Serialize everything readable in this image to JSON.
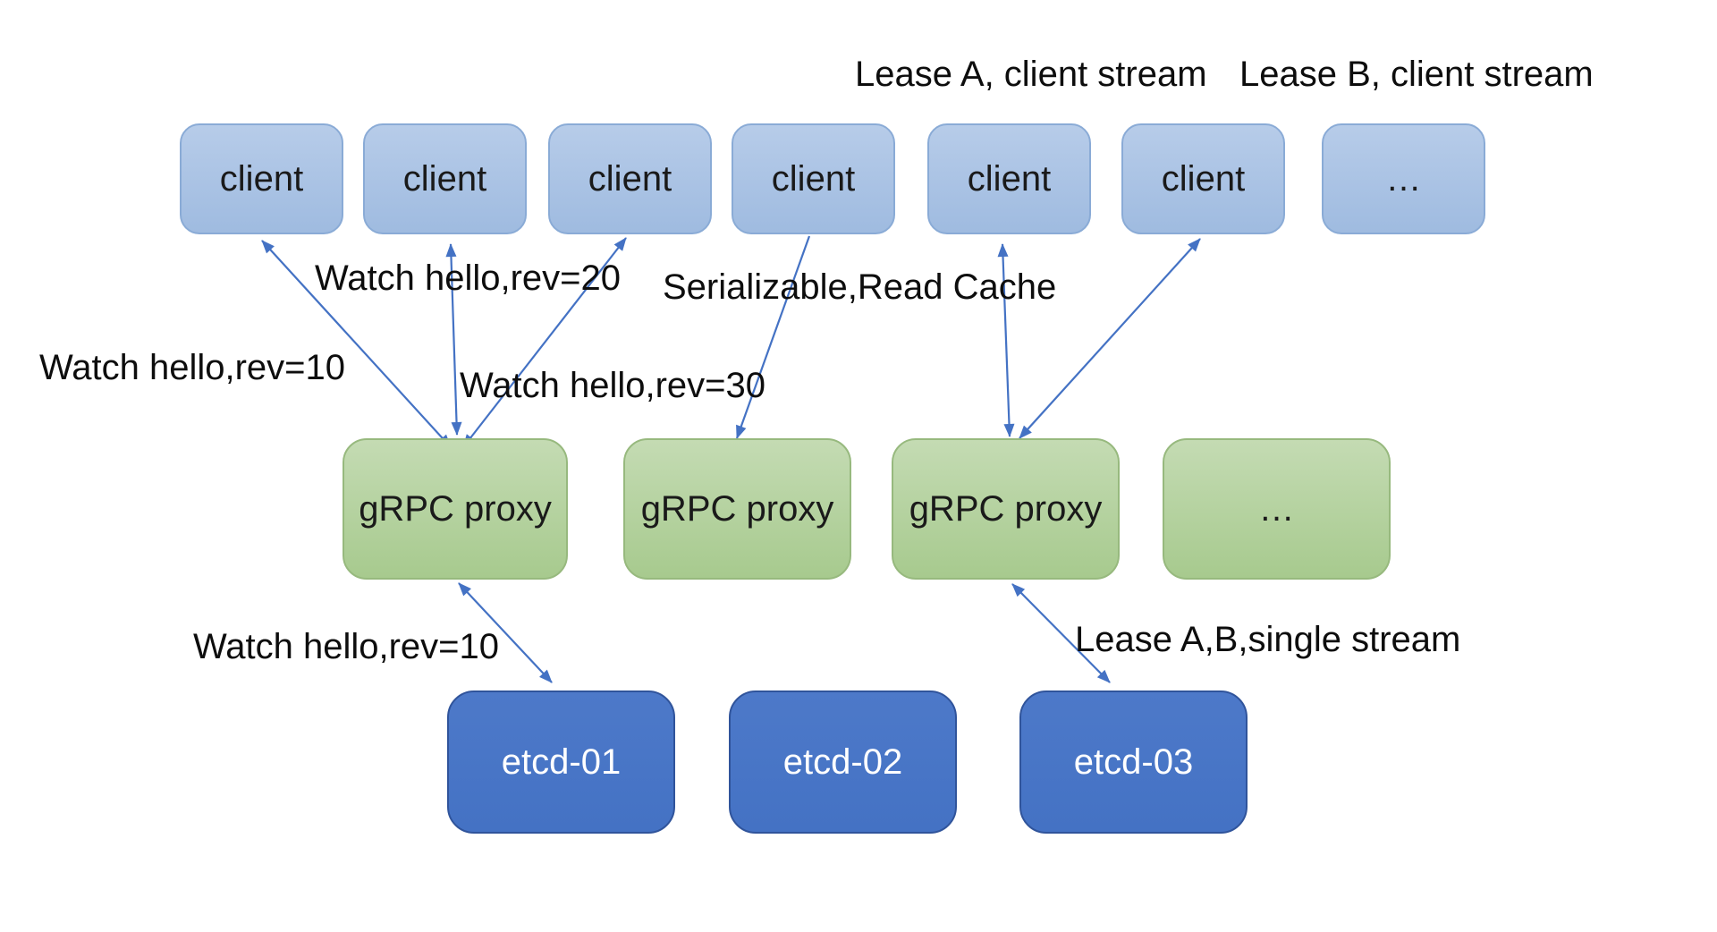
{
  "labels": {
    "lease_a_stream": "Lease A, client stream",
    "lease_b_stream": "Lease B, client stream",
    "watch_rev20": "Watch hello,rev=20",
    "serializable_read_cache": "Serializable,Read Cache",
    "watch_rev10_upper": "Watch hello,rev=10",
    "watch_rev30": "Watch hello,rev=30",
    "watch_rev10_lower": "Watch hello,rev=10",
    "lease_ab_single_stream": "Lease A,B,single stream"
  },
  "nodes": {
    "clients": [
      "client",
      "client",
      "client",
      "client",
      "client",
      "client",
      "…"
    ],
    "proxies": [
      "gRPC proxy",
      "gRPC proxy",
      "gRPC proxy",
      "…"
    ],
    "etcd": [
      "etcd-01",
      "etcd-02",
      "etcd-03"
    ]
  },
  "edges": [
    {
      "from": "gRPC proxy 1",
      "to": "client 1",
      "bidirectional": true,
      "label": "Watch hello,rev=10"
    },
    {
      "from": "gRPC proxy 1",
      "to": "client 2",
      "bidirectional": true,
      "label": "Watch hello,rev=20"
    },
    {
      "from": "gRPC proxy 1",
      "to": "client 3",
      "bidirectional": true,
      "label": "Watch hello,rev=30"
    },
    {
      "from": "client 4",
      "to": "gRPC proxy 2",
      "bidirectional": false,
      "label": "Serializable,Read Cache"
    },
    {
      "from": "gRPC proxy 3",
      "to": "client 5",
      "bidirectional": true,
      "label": "Lease A, client stream"
    },
    {
      "from": "gRPC proxy 3",
      "to": "client 6",
      "bidirectional": true,
      "label": "Lease B, client stream"
    },
    {
      "from": "gRPC proxy 1",
      "to": "etcd-01",
      "bidirectional": true,
      "label": "Watch hello,rev=10"
    },
    {
      "from": "gRPC proxy 3",
      "to": "etcd-03",
      "bidirectional": true,
      "label": "Lease A,B,single stream"
    }
  ],
  "colors": {
    "background": "#ffffff",
    "client_fill_top": "#b7cce9",
    "client_fill_bottom": "#9fbbe0",
    "client_border": "#8aabd6",
    "proxy_fill_top": "#c4dbb3",
    "proxy_fill_bottom": "#a7ca8e",
    "proxy_border": "#97b97e",
    "etcd_fill": "#4472c4",
    "etcd_border": "#30549b",
    "etcd_text": "#ffffff",
    "arrow": "#4472c4",
    "label_text": "#0d0d0d",
    "node_text": "#1a1a1a"
  }
}
